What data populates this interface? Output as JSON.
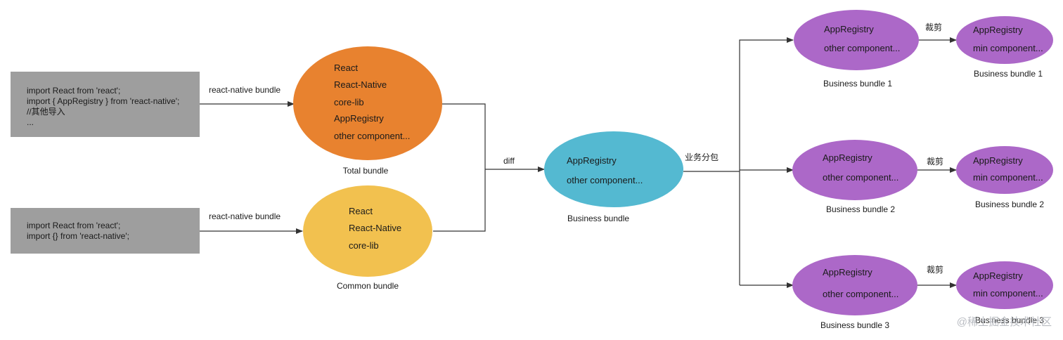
{
  "source_boxes": {
    "full_import": {
      "lines": [
        "import React from 'react';",
        "import { AppRegistry } from 'react-native';",
        "//其他导入",
        "..."
      ]
    },
    "common_import": {
      "lines": [
        "import React from 'react';",
        "import {} from 'react-native';"
      ]
    }
  },
  "edge_labels": {
    "rn_bundle_top": "react-native bundle",
    "rn_bundle_bottom": "react-native bundle",
    "diff": "diff",
    "split": "业务分包",
    "trim_1": "裁剪",
    "trim_2": "裁剪",
    "trim_3": "裁剪"
  },
  "nodes": {
    "total_bundle": {
      "items": [
        "React",
        "React-Native",
        "core-lib",
        "AppRegistry",
        "other component..."
      ],
      "caption": "Total bundle",
      "color": "#E8822F"
    },
    "common_bundle": {
      "items": [
        "React",
        "React-Native",
        "core-lib"
      ],
      "caption": "Common bundle",
      "color": "#F2C14F"
    },
    "business_bundle": {
      "items": [
        "AppRegistry",
        "other component..."
      ],
      "caption": "Business bundle",
      "color": "#54B9D1"
    },
    "business_bundle_1": {
      "items": [
        "AppRegistry",
        "other component..."
      ],
      "caption": "Business bundle 1",
      "color": "#AC68C8"
    },
    "business_bundle_2": {
      "items": [
        "AppRegistry",
        "other component..."
      ],
      "caption": "Business bundle 2",
      "color": "#AC68C8"
    },
    "business_bundle_3": {
      "items": [
        "AppRegistry",
        "other component..."
      ],
      "caption": "Business bundle 3",
      "color": "#AC68C8"
    },
    "min_bundle_1": {
      "items": [
        "AppRegistry",
        "min component..."
      ],
      "caption": "Business bundle 1",
      "color": "#AC68C8"
    },
    "min_bundle_2": {
      "items": [
        "AppRegistry",
        "min component..."
      ],
      "caption": "Business bundle 2",
      "color": "#AC68C8"
    },
    "min_bundle_3": {
      "items": [
        "AppRegistry",
        "min component..."
      ],
      "caption": "Business bundle 3",
      "color": "#AC68C8"
    }
  },
  "colors": {
    "source_box": "#9E9E9E",
    "edge": "#333333"
  },
  "watermark": "@稀土掘金技术社区"
}
